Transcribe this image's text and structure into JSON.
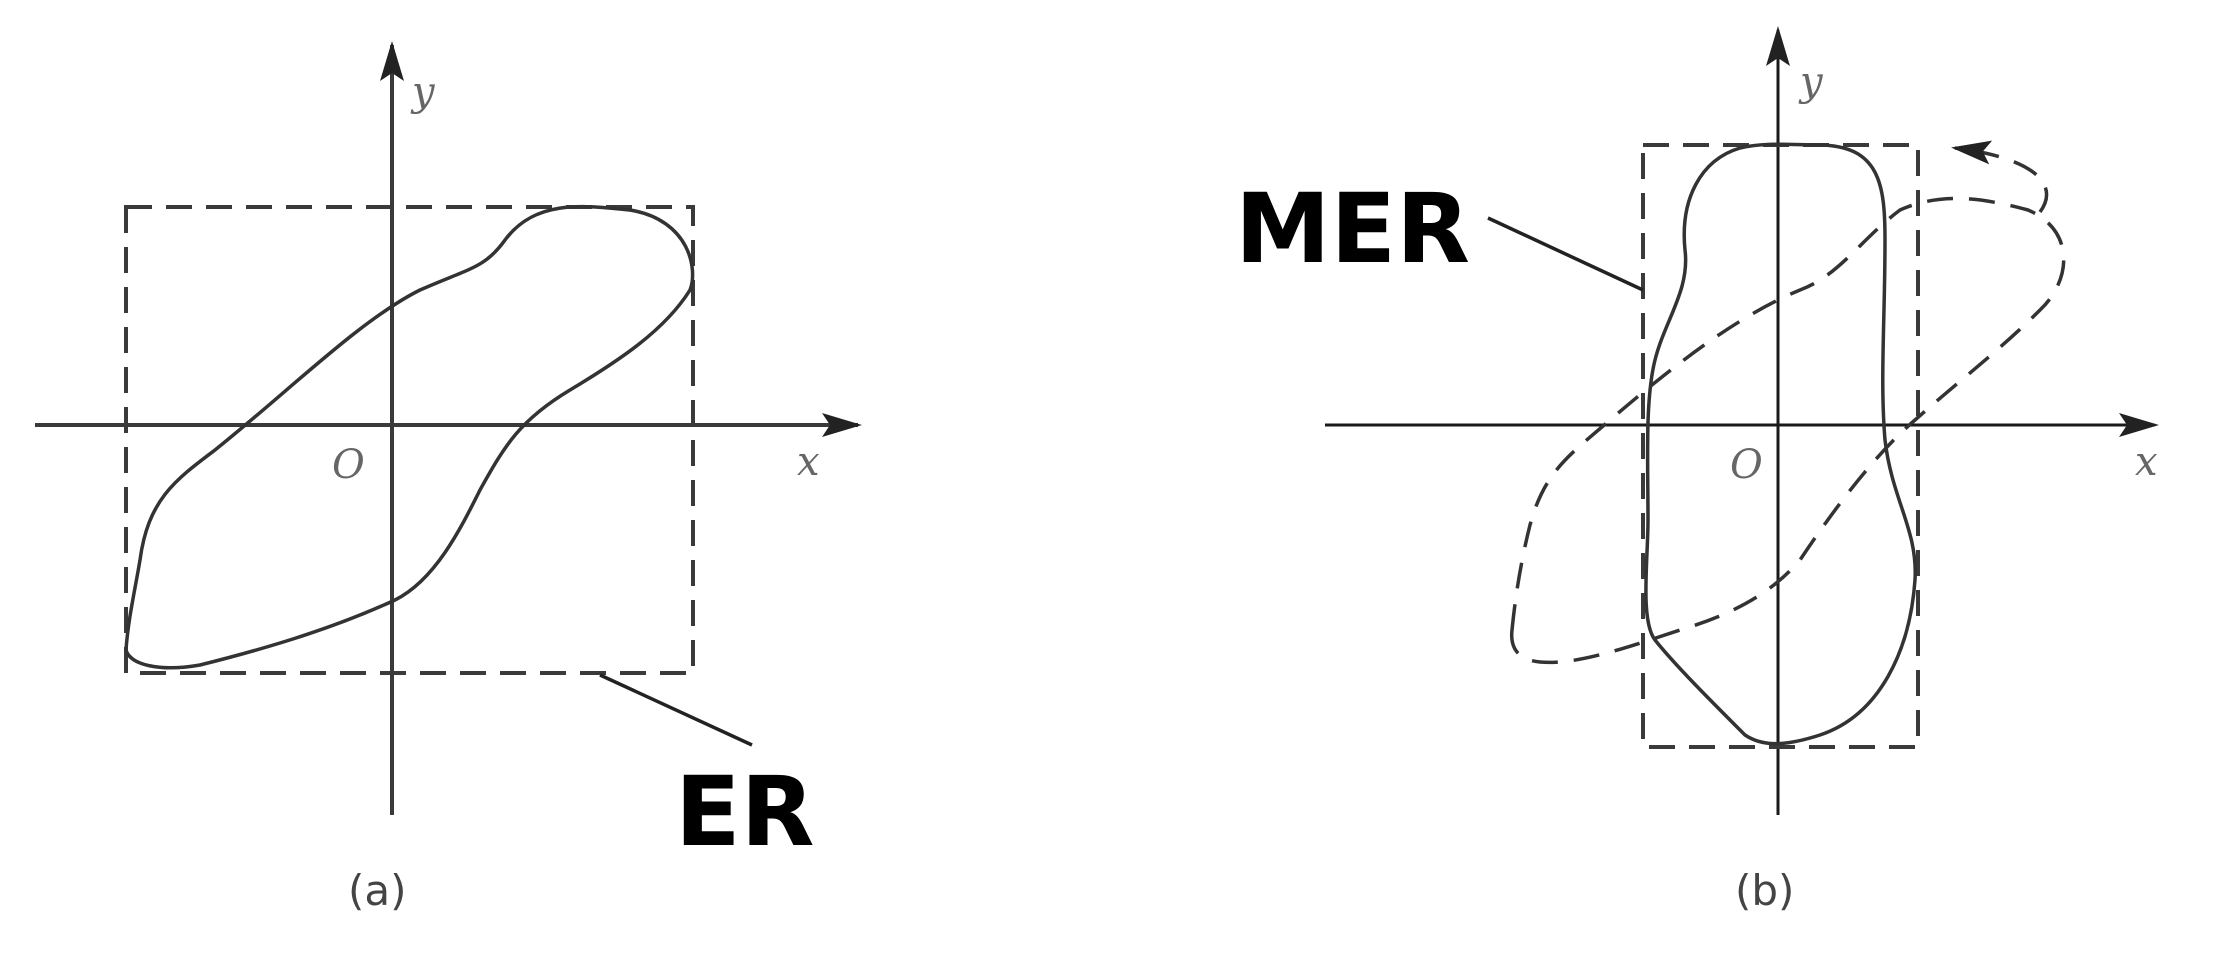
{
  "panel_a": {
    "axis_x_label": "x",
    "axis_y_label": "y",
    "origin_label": "O",
    "callout_label": "ER",
    "caption": "(a)"
  },
  "panel_b": {
    "axis_x_label": "x",
    "axis_y_label": "y",
    "origin_label": "O",
    "callout_label": "MER",
    "caption": "(b)"
  },
  "colors": {
    "stroke": "#333333",
    "callout_text": "#000000",
    "background": "#ffffff"
  }
}
